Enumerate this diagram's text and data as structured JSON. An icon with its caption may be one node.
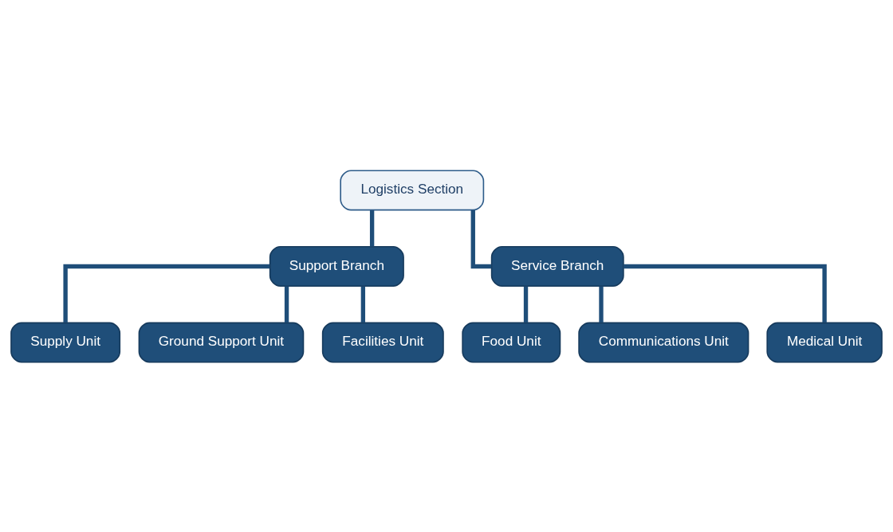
{
  "diagram": {
    "nodes": [
      {
        "text": [
          "Logistics Section"
        ]
      },
      {
        "text": [
          "Support Branch"
        ]
      },
      {
        "text": [
          "Service Branch"
        ]
      },
      {
        "text": [
          "Supply Unit"
        ]
      },
      {
        "text": [
          "Ground Support Unit"
        ]
      },
      {
        "text": [
          "Facilities Unit"
        ]
      },
      {
        "text": [
          "Food Unit"
        ]
      },
      {
        "text": [
          "Communications Unit"
        ]
      },
      {
        "text": [
          "Medical Unit"
        ]
      }
    ],
    "edges": [
      {
        "from": 0,
        "to": 1,
        "arrow": "none"
      },
      {
        "from": 0,
        "to": 2,
        "arrow": "none"
      },
      {
        "from": 1,
        "to": 3,
        "arrow": "none"
      },
      {
        "from": 1,
        "to": 4,
        "arrow": "none"
      },
      {
        "from": 1,
        "to": 5,
        "arrow": "none"
      },
      {
        "from": 2,
        "to": 6,
        "arrow": "none"
      },
      {
        "from": 2,
        "to": 7,
        "arrow": "none"
      },
      {
        "from": 2,
        "to": 8,
        "arrow": "none"
      }
    ]
  }
}
